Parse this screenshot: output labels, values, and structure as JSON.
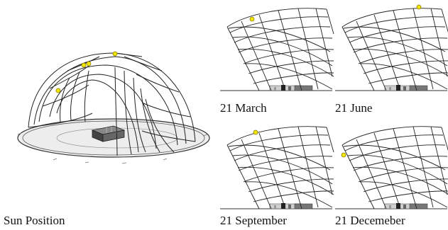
{
  "labels": {
    "main": "Sun Position",
    "march": "21 March",
    "june": "21 June",
    "september": "21 September",
    "december": "21 Decemeber"
  },
  "colors": {
    "line": "#222222",
    "sun": "#f2e600",
    "sun_outline": "#8a7d00",
    "ground": "#e6e6e6",
    "box": "#555555"
  }
}
